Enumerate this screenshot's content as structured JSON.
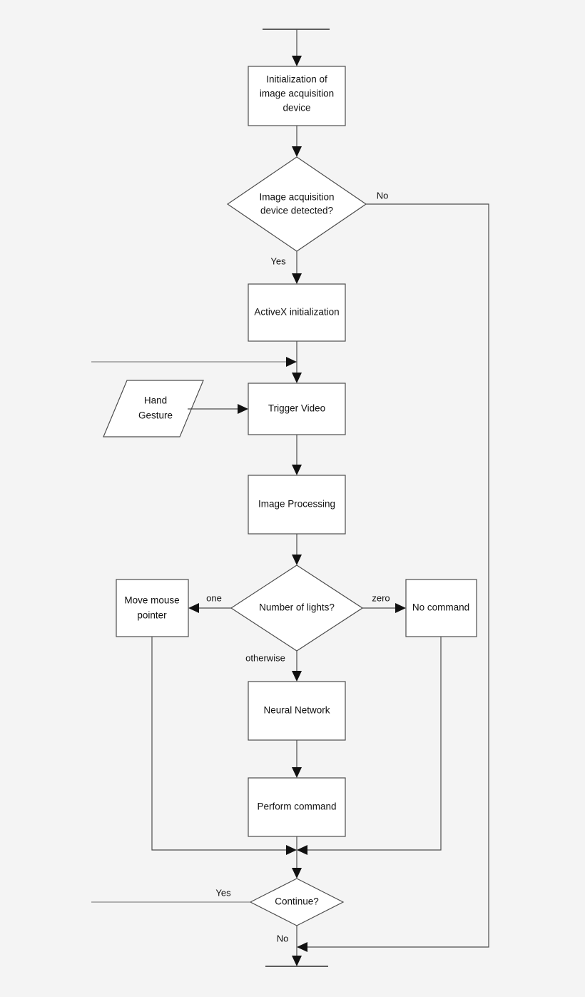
{
  "diagram": {
    "title": "Hand gesture control flowchart",
    "background_color": "#f4f4f4",
    "shape_fill": "#ffffff",
    "shape_stroke": "#4d4d4d",
    "edge_color": "#4d4d4d",
    "edge_color_light": "#9a9a9a",
    "arrow_color": "#111111"
  },
  "nodes": {
    "start_terminator": {
      "label": ""
    },
    "init_device": {
      "label_line1": "Initialization of",
      "label_line2": "image acquisition",
      "label_line3": "device"
    },
    "device_detected": {
      "label_line1": "Image acquisition",
      "label_line2": "device detected?"
    },
    "activex_init": {
      "label": "ActiveX initialization"
    },
    "hand_gesture": {
      "label_line1": "Hand",
      "label_line2": "Gesture"
    },
    "trigger_video": {
      "label": "Trigger Video"
    },
    "image_processing": {
      "label": "Image Processing"
    },
    "number_of_lights": {
      "label": "Number of lights?"
    },
    "move_mouse_pointer": {
      "label_line1": "Move mouse",
      "label_line2": "pointer"
    },
    "no_command": {
      "label": "No command"
    },
    "neural_network": {
      "label": "Neural Network"
    },
    "perform_command": {
      "label": "Perform command"
    },
    "continue_decision": {
      "label": "Continue?"
    },
    "end_terminator": {
      "label": ""
    }
  },
  "edge_labels": {
    "device_detected_no": "No",
    "device_detected_yes": "Yes",
    "lights_one": "one",
    "lights_zero": "zero",
    "lights_otherwise": "otherwise",
    "continue_yes": "Yes",
    "continue_no": "No"
  }
}
